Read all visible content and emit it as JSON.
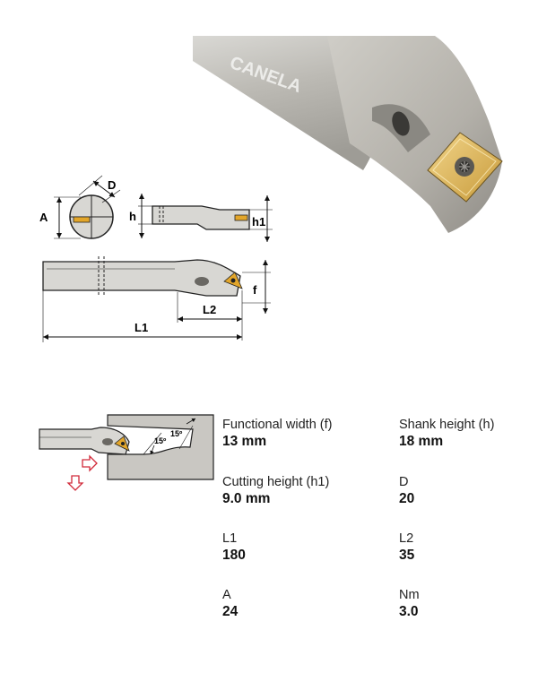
{
  "product": {
    "brand_marking": "CANELA"
  },
  "drawing": {
    "dim_D": "D",
    "dim_A": "A",
    "dim_h": "h",
    "dim_h1": "h1",
    "dim_f": "f",
    "dim_L1": "L1",
    "dim_L2": "L2"
  },
  "angle_diagram": {
    "angle_a": "15º",
    "angle_b": "15º"
  },
  "specs": [
    {
      "label": "Functional width (f)",
      "value": "13 mm"
    },
    {
      "label": "Shank height (h)",
      "value": "18 mm"
    },
    {
      "label": "Cutting height (h1)",
      "value": "9.0 mm"
    },
    {
      "label": "D",
      "value": "20"
    },
    {
      "label": "L1",
      "value": "180"
    },
    {
      "label": "L2",
      "value": "35"
    },
    {
      "label": "A",
      "value": "24"
    },
    {
      "label": "Nm",
      "value": "3.0"
    }
  ],
  "colors": {
    "insert_gold": "#e3a62a",
    "arrow_red": "#d12a3a",
    "steel": "#b8b6b0"
  }
}
